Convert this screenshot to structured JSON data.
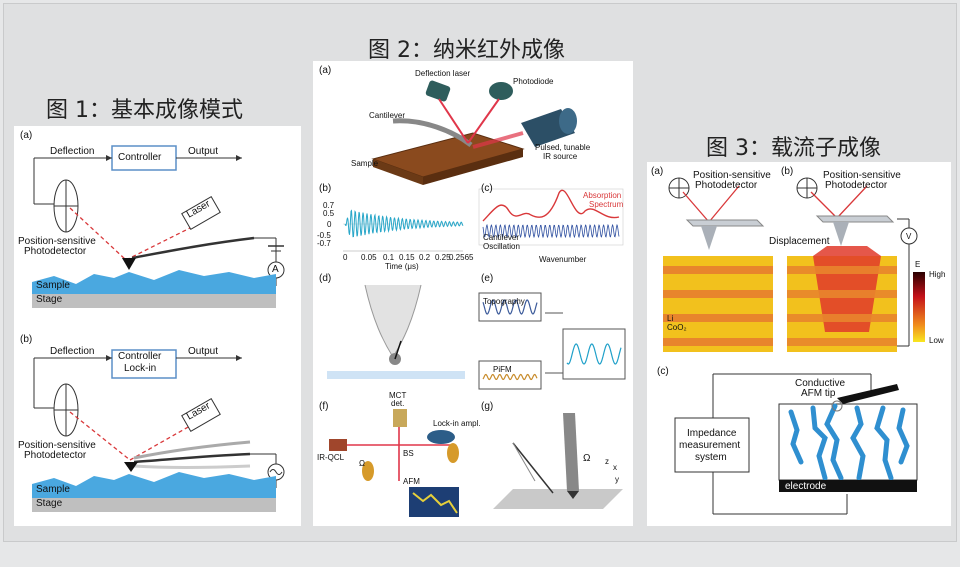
{
  "titles": {
    "fig1": "图 1：基本成像模式",
    "fig2": "图 2：纳米红外成像",
    "fig3": "图 3：载流子成像"
  },
  "fig1": {
    "a": {
      "tag": "(a)",
      "deflection": "Deflection",
      "controller": "Controller",
      "output": "Output",
      "laser": "Laser",
      "psd": "Position-sensitive",
      "psd2": "Photodetector",
      "meter": "A",
      "sample": "Sample",
      "stage": "Stage"
    },
    "b": {
      "tag": "(b)",
      "deflection": "Deflection",
      "controller": "Controller",
      "lockin": "Lock-in",
      "output": "Output",
      "laser": "Laser",
      "psd": "Position-sensitive",
      "psd2": "Photodetector",
      "sample": "Sample",
      "stage": "Stage"
    }
  },
  "fig2": {
    "a": {
      "tag": "(a)",
      "deflection_laser": "Deflection laser",
      "photodiode": "Photodiode",
      "cantilever": "Cantilever",
      "sample": "Sample",
      "ir1": "Pulsed, tunable",
      "ir2": "IR source"
    },
    "b": {
      "tag": "(b)",
      "xlabel": "Time (μs)",
      "yticks": [
        "0.7",
        "0.5",
        "0",
        "-0.5",
        "-0.7"
      ],
      "xticks": [
        "0",
        "0.05",
        "0.1",
        "0.15",
        "0.2",
        "0.25",
        "0.2565"
      ]
    },
    "c": {
      "tag": "(c)",
      "abs1": "Absorption",
      "abs2": "Spectrum",
      "osc1": "Cantilever",
      "osc2": "Oscillation",
      "xlabel": "Wavenumber"
    },
    "d": {
      "tag": "(d)"
    },
    "e": {
      "tag": "(e)",
      "topography": "Topography",
      "pifm": "PiFM"
    },
    "f": {
      "tag": "(f)",
      "mct1": "MCT",
      "mct2": "det.",
      "lockin": "Lock-in ampl.",
      "irqcl": "IR-QCL",
      "bs": "BS",
      "omega": "Ω",
      "afm": "AFM"
    },
    "g": {
      "tag": "(g)",
      "omega": "Ω",
      "z": "z",
      "x": "x",
      "y": "y"
    }
  },
  "fig3": {
    "a": {
      "tag": "(a)",
      "psd": "Position-sensitive",
      "psd2": "Photodetector",
      "li": "Li",
      "coo2": "CoO₂"
    },
    "b": {
      "tag": "(b)",
      "psd": "Position-sensitive",
      "psd2": "Photodetector",
      "displacement": "Displacement",
      "v": "V",
      "e": "E",
      "high": "High",
      "low": "Low"
    },
    "c": {
      "tag": "(c)",
      "tip1": "Conductive",
      "tip2": "AFM tip",
      "imp1": "Impedance",
      "imp2": "measurement",
      "imp3": "system",
      "electrode": "electrode"
    }
  },
  "colors": {
    "sample_blue": "#4aa8e0",
    "stage_gray": "#bfbfbf",
    "laser_red": "#d9383a",
    "controller_box": "#5b8fc7",
    "cathode_yellow": "#f2c11d",
    "layer_orange": "#e8852c"
  }
}
